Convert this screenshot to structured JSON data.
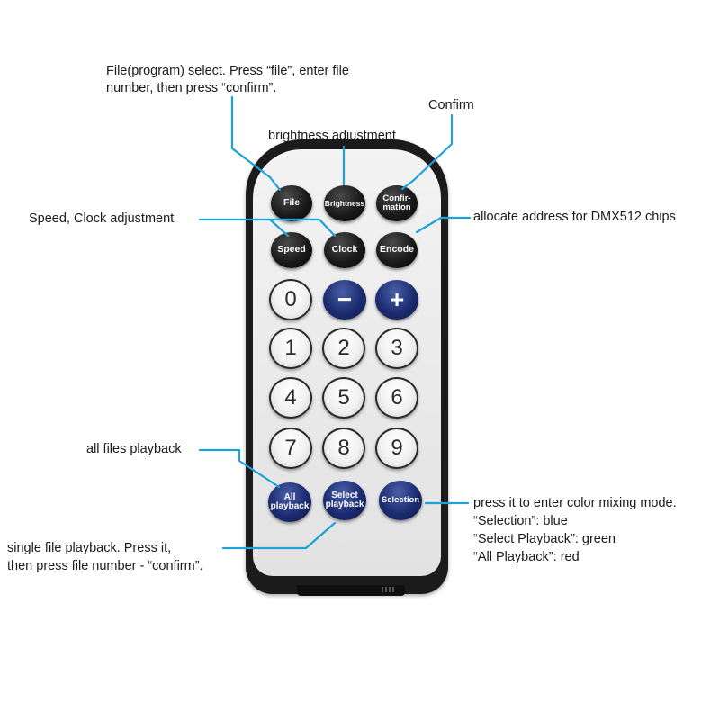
{
  "remote": {
    "buttons": {
      "file": "File",
      "brightness": "Brightness",
      "confirmation": "Confir-\nmation",
      "speed": "Speed",
      "clock": "Clock",
      "encode": "Encode",
      "zero": "0",
      "minus": "−",
      "plus": "+",
      "one": "1",
      "two": "2",
      "three": "3",
      "four": "4",
      "five": "5",
      "six": "6",
      "seven": "7",
      "eight": "8",
      "nine": "9",
      "all_playback": "All\nplayback",
      "select_playback": "Select\nplayback",
      "selection": "Selection"
    }
  },
  "annotations": {
    "file_select": "File(program) select. Press “file”, enter file\nnumber, then press “confirm”.",
    "confirm": "Confirm",
    "brightness": "brightness adjustment",
    "speed_clock": "Speed, Clock adjustment",
    "encode": "allocate address for DMX512 chips",
    "all_files": "all files playback",
    "selection": "press it to enter color mixing mode.\n“Selection”: blue\n“Select Playback”: green\n“All Playback”: red",
    "single_file": "single file playback. Press it,\nthen press file number - “confirm”."
  },
  "colors": {
    "leader_line": "#1aa3d6"
  }
}
